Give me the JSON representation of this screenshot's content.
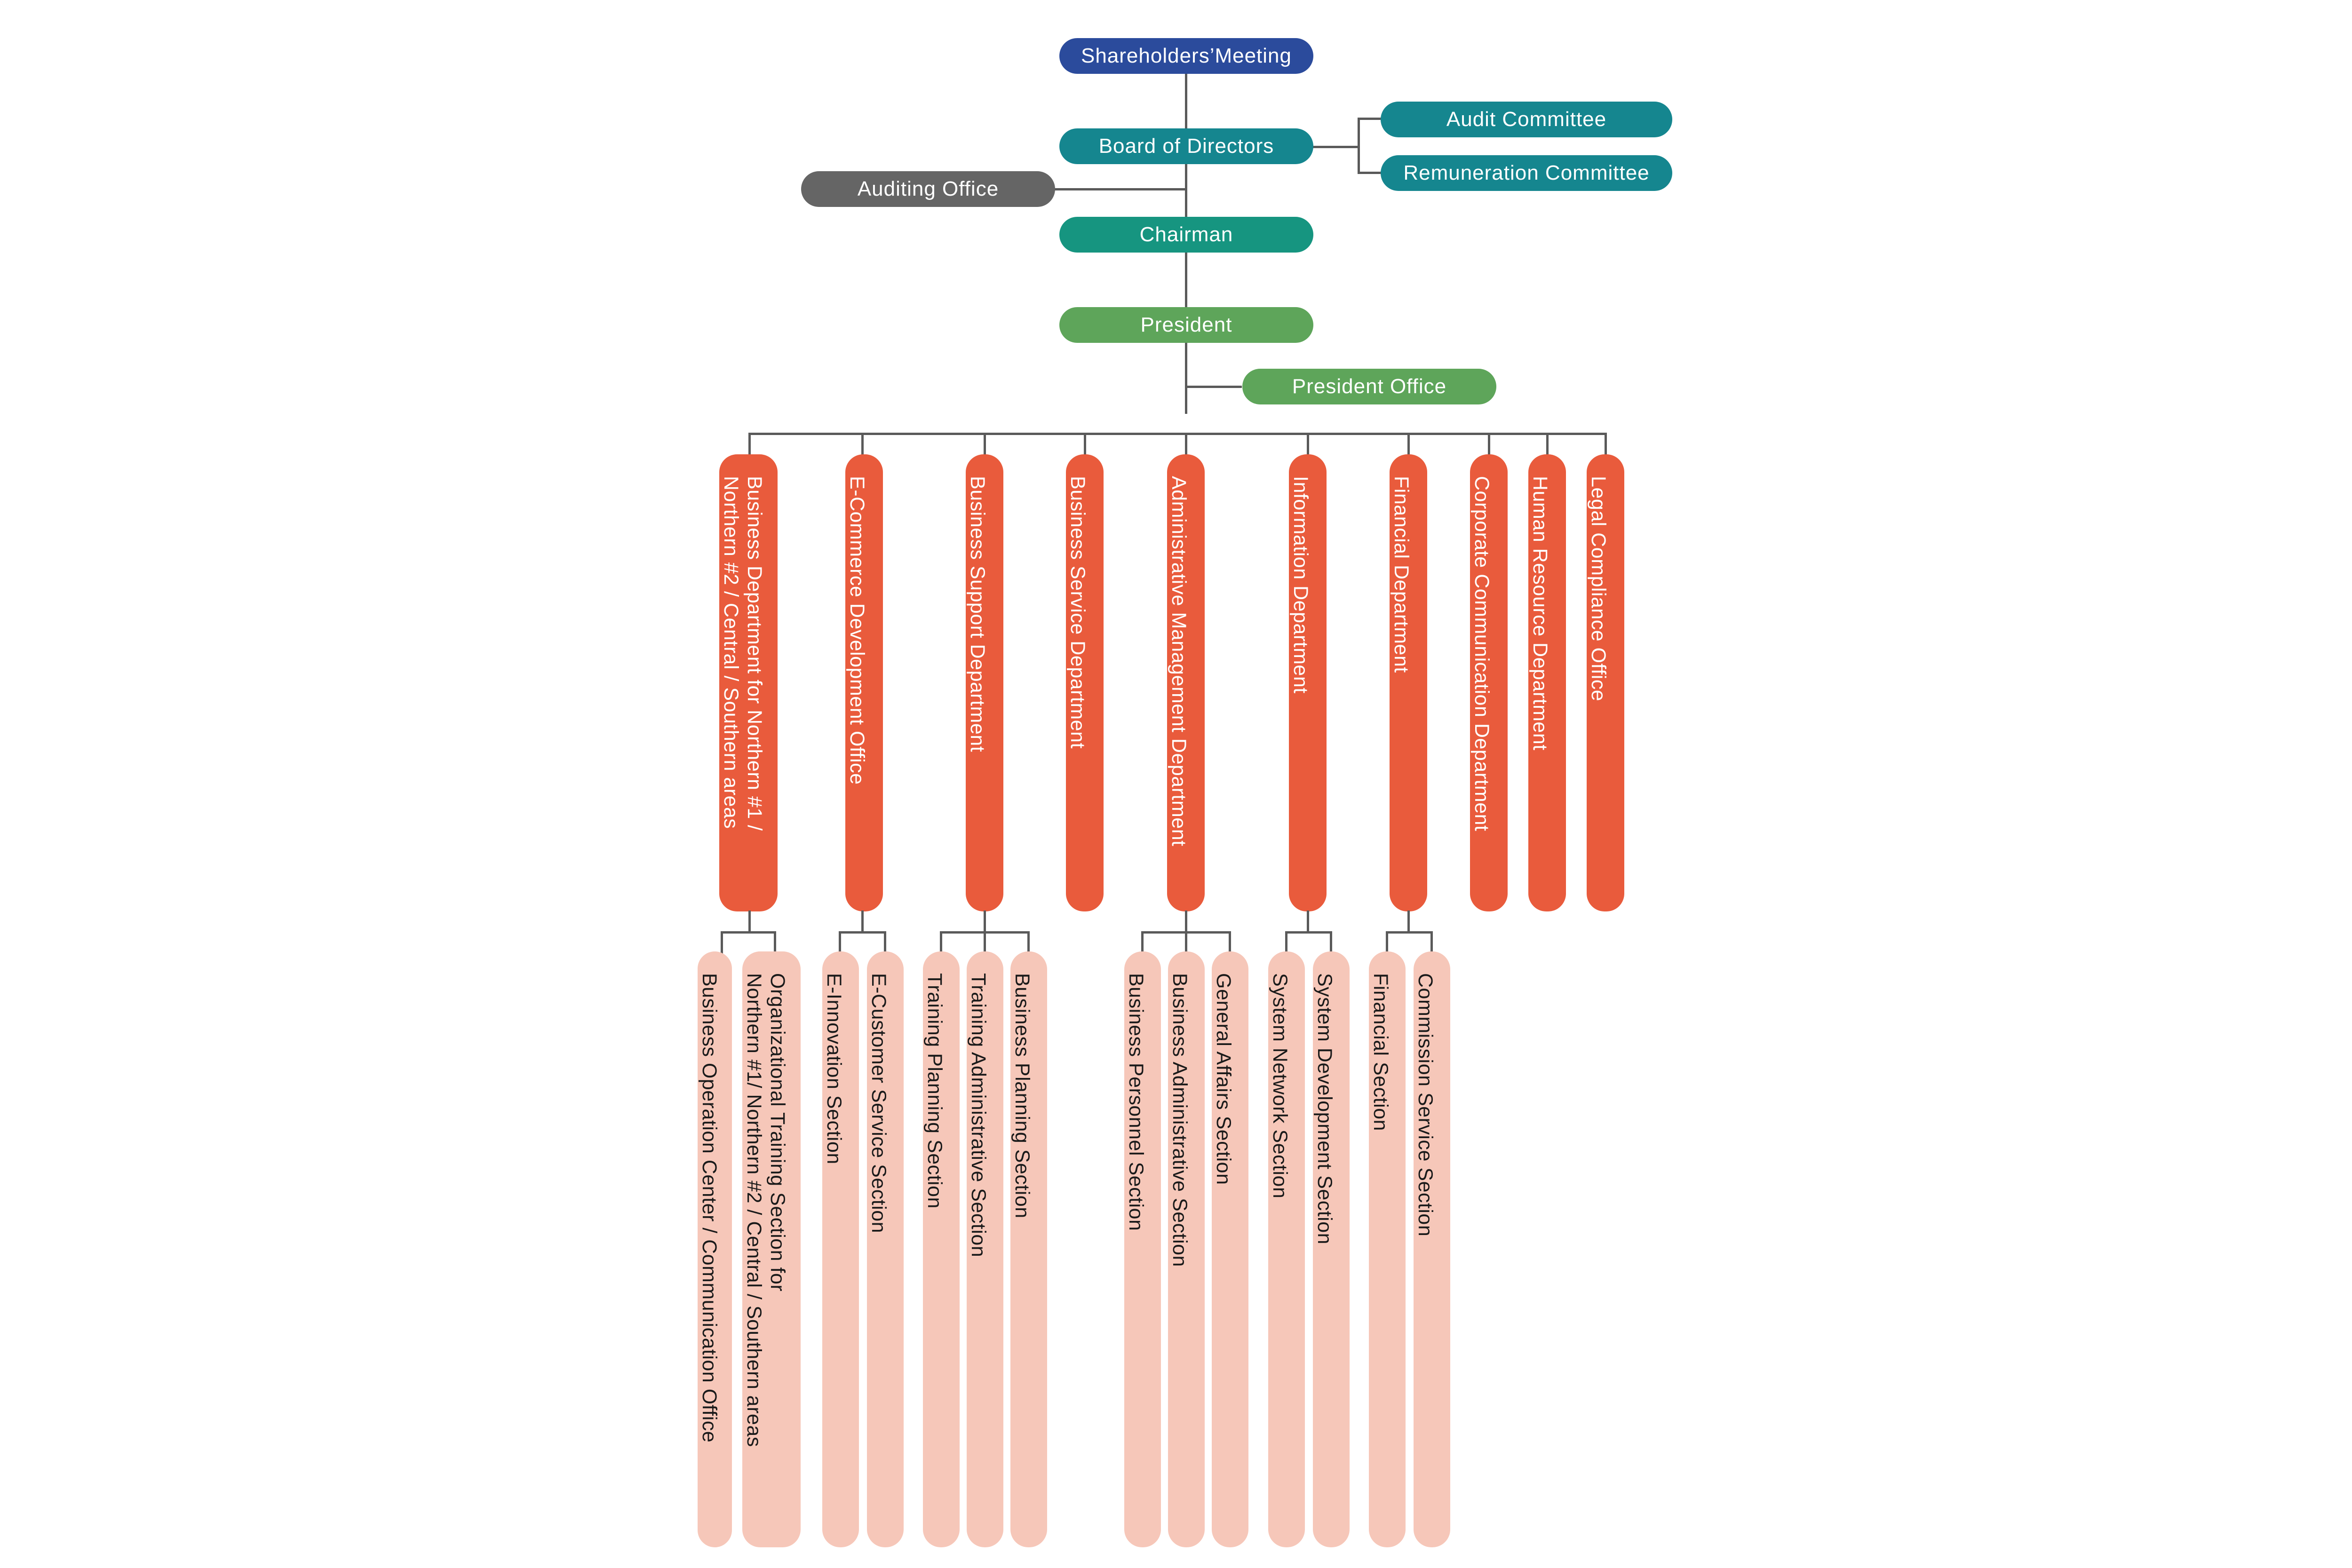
{
  "colors": {
    "shareholders": "#2b4b9c",
    "board": "#15868f",
    "committee": "#15868f",
    "auditing_office": "#656565",
    "chairman": "#169580",
    "president": "#5ea55a",
    "department": "#e95b3c",
    "section": "#f6c7b9",
    "connector": "#5a5a5a"
  },
  "top": {
    "shareholders": "Shareholders’Meeting",
    "board": "Board of Directors",
    "audit_committee": "Audit Committee",
    "remuneration_committee": "Remuneration Committee",
    "auditing_office": "Auditing Office",
    "chairman": "Chairman",
    "president": "President",
    "president_office": "President Office"
  },
  "departments": [
    {
      "label": "Business Department for Northern #1 /\nNorthern #2 / Central / Southern areas",
      "sections": [
        "Business Operation Center / Communication Office",
        "Organizational Training Section for\nNorthern #1/ Northern #2 / Central / Southern areas"
      ]
    },
    {
      "label": "E-Commerce Development Office",
      "sections": [
        "E-Innovation Section",
        "E-Customer Service Section"
      ]
    },
    {
      "label": "Business Support Department",
      "sections": [
        "Training Planning Section",
        "Training Administrative Section",
        "Business Planning Section"
      ]
    },
    {
      "label": "Business Service Department",
      "sections": []
    },
    {
      "label": "Administrative Management Department",
      "sections": [
        "Business Personnel Section",
        "Business Administrative Section",
        "General Affairs Section"
      ]
    },
    {
      "label": "Information Department",
      "sections": [
        "System Network Section",
        "System Development Section"
      ]
    },
    {
      "label": "Financial Department",
      "sections": [
        "Financial Section",
        "Commission Service Section"
      ]
    },
    {
      "label": "Corporate Communication Department",
      "sections": []
    },
    {
      "label": "Human Resource Department",
      "sections": []
    },
    {
      "label": "Legal Compliance Office",
      "sections": []
    }
  ]
}
